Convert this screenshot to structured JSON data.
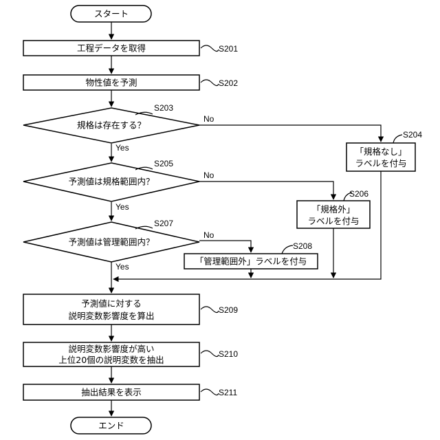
{
  "terminals": {
    "start": "スタート",
    "end": "エンド"
  },
  "steps": {
    "s201": {
      "label": "工程データを取得",
      "ref": "S201"
    },
    "s202": {
      "label": "物性値を予測",
      "ref": "S202"
    },
    "s203": {
      "label": "規格は存在する？",
      "ref": "S203"
    },
    "s204": {
      "line1": "「規格なし」",
      "line2": "ラベルを付与",
      "ref": "S204"
    },
    "s205": {
      "label": "予測値は規格範囲内？",
      "ref": "S205"
    },
    "s206": {
      "line1": "「規格外」",
      "line2": "ラベルを付与",
      "ref": "S206"
    },
    "s207": {
      "label": "予測値は管理範囲内？",
      "ref": "S207"
    },
    "s208": {
      "label": "「管理範囲外」ラベルを付与",
      "ref": "S208"
    },
    "s209": {
      "line1": "予測値に対する",
      "line2": "説明変数影響度を算出",
      "ref": "S209"
    },
    "s210": {
      "line1": "説明変数影響度が高い",
      "line2": "上位20個の説明変数を抽出",
      "ref": "S210"
    },
    "s211": {
      "label": "抽出結果を表示",
      "ref": "S211"
    }
  },
  "branches": {
    "yes": "Yes",
    "no": "No"
  }
}
